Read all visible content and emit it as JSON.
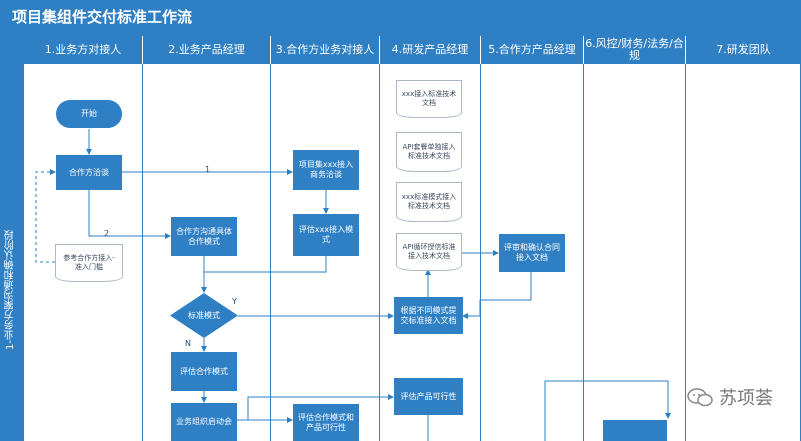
{
  "title": "项目集组件交付标准工作流",
  "lanes": [
    "1.业务方对接人",
    "2.业务产品经理",
    "3.合作方业务对接人",
    "4.研发产品经理",
    "5.合作方产品经理",
    "6.风控/财务/法务/合规",
    "7.研发团队"
  ],
  "phase": "1-业务方案沟通和确认阶段",
  "nodes": {
    "start": "开始",
    "partner_talk": "合作方洽谈",
    "ref_doc": "参考合作方接入-准入门槛",
    "specific_mode": "合作方沟通具体合作模式",
    "proj_talk": "项目集xxx接入商务洽谈",
    "eval_mode": "评估xxx接入模式",
    "doc_xxx": "xxx接入标准技术文档",
    "doc_api_simple": "API套餐单独接入标准技术文档",
    "doc_xxx_mode": "xxx标准模式接入标准技术文档",
    "doc_api_loop": "API循环授信标准接入技术文档",
    "review_doc": "评审和确认合同接入文档",
    "standard_mode": "标准模式",
    "provide_doc": "根据不同模式提交标准接入文档",
    "eval_coop": "评估合作模式",
    "eval_product": "评估产品可行性",
    "business_kick": "业务组织启动会",
    "eval_coop_product": "评估合作模式和产品可行性"
  },
  "edge_labels": {
    "one": "1",
    "two": "2",
    "yes": "Y",
    "no": "N"
  },
  "watermark": "苏项荟",
  "colors": {
    "header": "#2f7fc4",
    "node": "#2f7fc4",
    "line": "#2f7fc4"
  }
}
